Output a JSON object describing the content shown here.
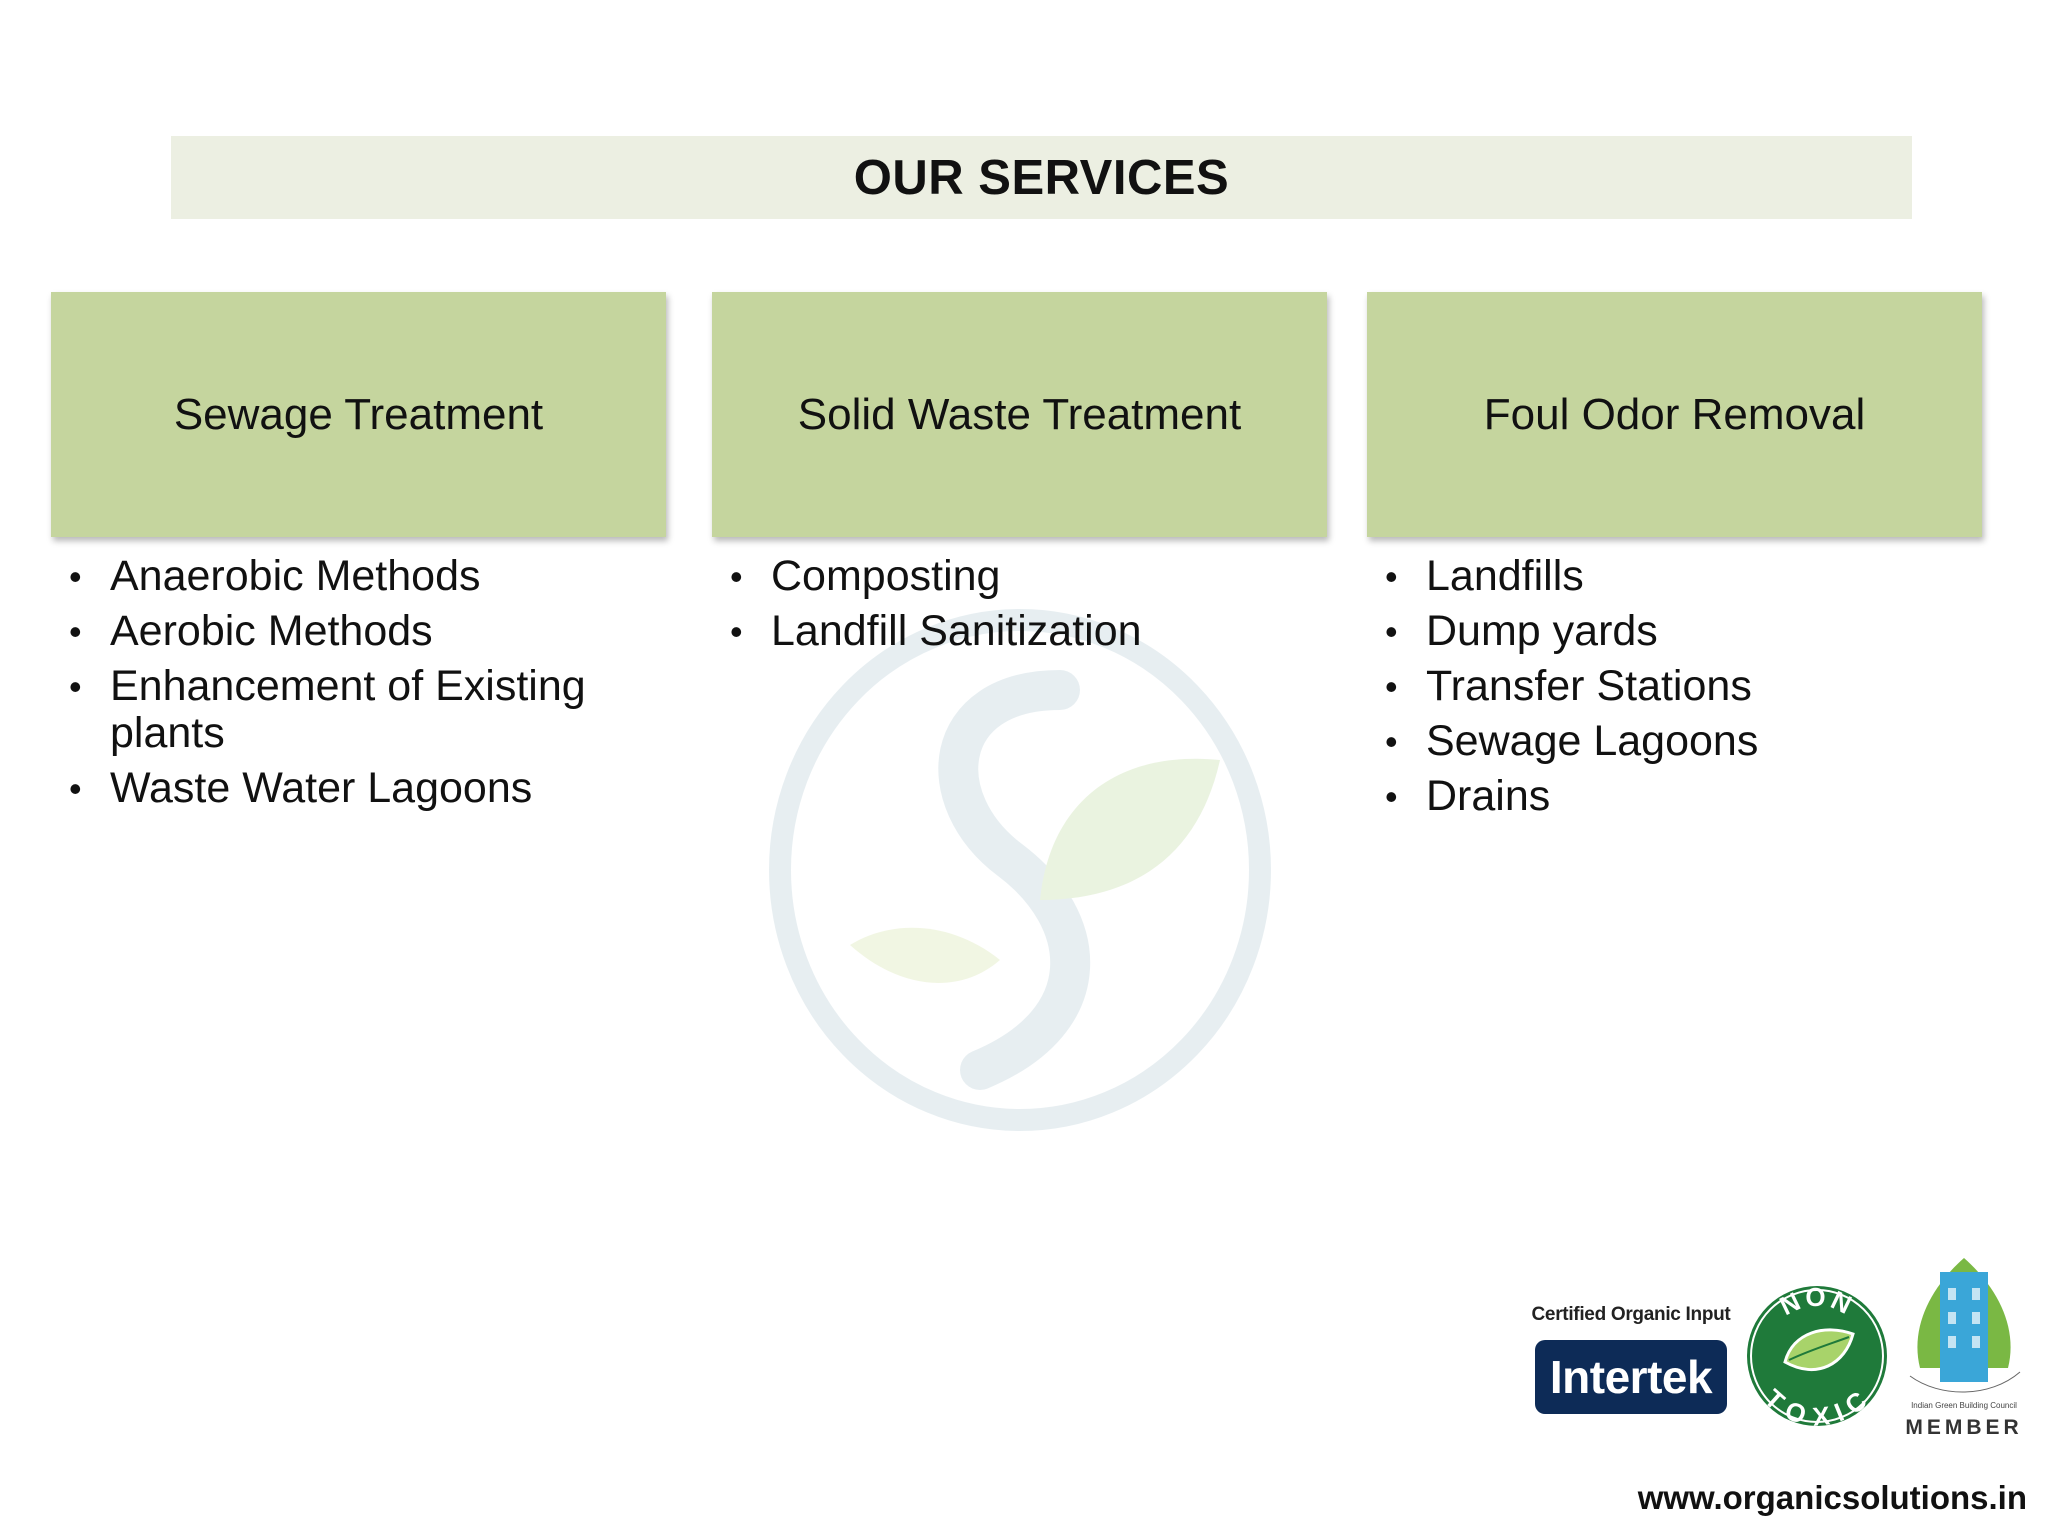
{
  "title": "OUR SERVICES",
  "services": [
    {
      "heading": "Sewage Treatment",
      "items": [
        "Anaerobic Methods",
        "Aerobic Methods",
        "Enhancement of Existing plants",
        "Waste Water Lagoons"
      ]
    },
    {
      "heading": "Solid Waste Treatment",
      "items": [
        "Composting",
        "Landfill Sanitization"
      ]
    },
    {
      "heading": "Foul Odor Removal",
      "items": [
        "Landfills",
        "Dump yards",
        "Transfer Stations",
        "Sewage Lagoons",
        "Drains"
      ]
    }
  ],
  "logos": {
    "intertek_caption": "Certified Organic Input",
    "intertek_name": "Intertek",
    "nontoxic_top": "NON",
    "nontoxic_bottom": "TOXIC",
    "igbc_member": "MEMBER",
    "igbc_caption": "Indian Green Building Council",
    "igbc_arc": "indian green building council"
  },
  "footer_url": "www.organicsolutions.in",
  "colors": {
    "title_bar": "#ecefe2",
    "service_box": "#c5d59e",
    "intertek_blue": "#0d2b57",
    "nontoxic_green": "#1f7a3a",
    "igbc_blue": "#3aa6d8",
    "igbc_green": "#7ab844"
  },
  "icons": {
    "watermark": "leaf-s-logo-icon",
    "nontoxic": "leaf-icon",
    "igbc": "building-icon"
  }
}
